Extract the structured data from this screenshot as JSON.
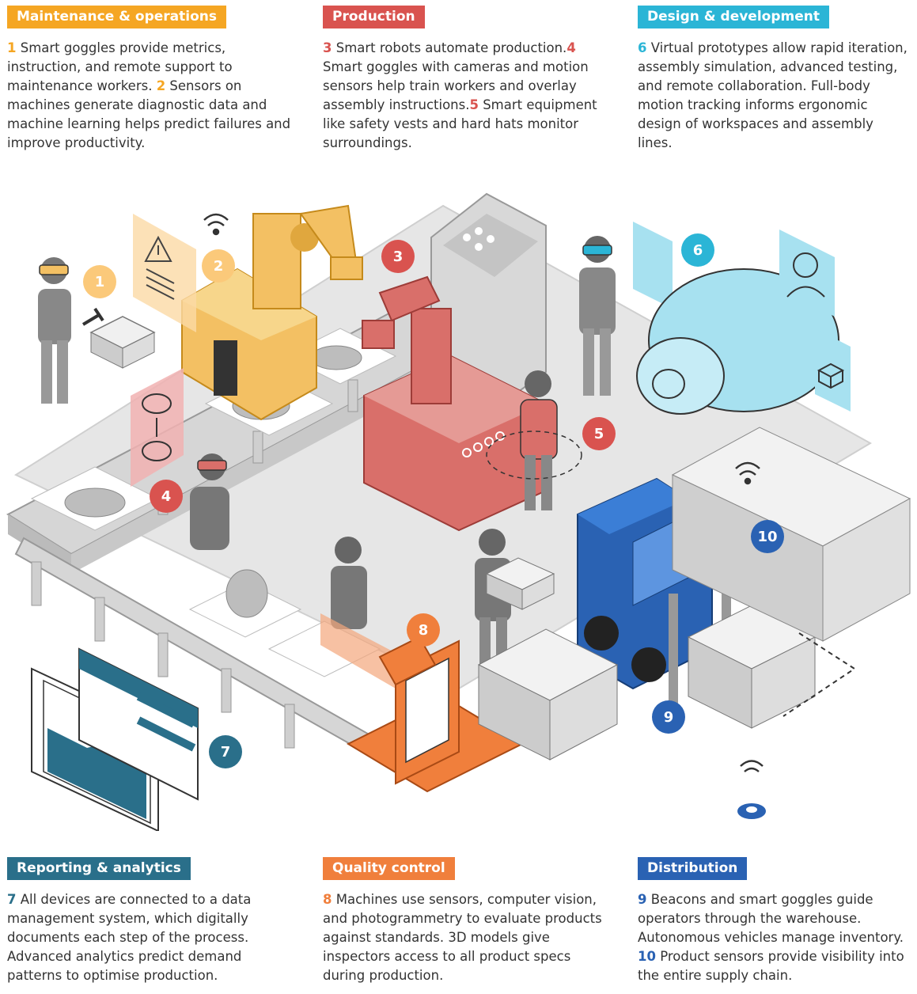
{
  "colors": {
    "maintenance": "#f5a623",
    "production": "#d9534f",
    "design": "#2bb5d6",
    "reporting": "#2a6f8a",
    "quality": "#f07f3c",
    "distribution": "#2a62b3"
  },
  "sections": {
    "maintenance": {
      "title": "Maintenance & operations",
      "parts": [
        {
          "num": "1",
          "text": " Smart goggles provide metrics, instruction, and remote support to maintenance workers. "
        },
        {
          "num": "2",
          "text": " Sensors on machines generate diagnostic data and machine learning helps predict failures and improve productivity."
        }
      ]
    },
    "production": {
      "title": "Production",
      "parts": [
        {
          "num": "3",
          "text": " Smart robots automate production."
        },
        {
          "num": "4",
          "text": " Smart goggles with cameras and motion sensors help train workers and overlay assembly instructions."
        },
        {
          "num": "5",
          "text": " Smart equipment like safety vests and hard hats monitor surroundings."
        }
      ]
    },
    "design": {
      "title": "Design & development",
      "parts": [
        {
          "num": "6",
          "text": " Virtual prototypes allow rapid iteration, assembly simulation, advanced testing, and remote collaboration. Full-body motion tracking informs ergonomic design of workspaces and assembly lines."
        }
      ]
    },
    "reporting": {
      "title": "Reporting & analytics",
      "parts": [
        {
          "num": "7",
          "text": " All devices are connected to a data management system, which digitally documents each step of the process. Advanced analytics predict demand patterns to optimise production."
        }
      ]
    },
    "quality": {
      "title": "Quality control",
      "parts": [
        {
          "num": "8",
          "text": " Machines use sensors, computer vision, and photogrammetry to evaluate products against standards. 3D models give inspectors access to all product specs during production."
        }
      ]
    },
    "distribution": {
      "title": "Distribution",
      "parts": [
        {
          "num": "9",
          "text": " Beacons and smart goggles guide operators through the warehouse. Autonomous vehicles manage inventory. "
        },
        {
          "num": "10",
          "text": " Product sensors provide visibility into the entire supply chain."
        }
      ]
    }
  },
  "markers": [
    {
      "label": "1",
      "color_key": "maintenance"
    },
    {
      "label": "2",
      "color_key": "maintenance"
    },
    {
      "label": "3",
      "color_key": "production"
    },
    {
      "label": "4",
      "color_key": "production"
    },
    {
      "label": "5",
      "color_key": "production"
    },
    {
      "label": "6",
      "color_key": "design"
    },
    {
      "label": "7",
      "color_key": "reporting"
    },
    {
      "label": "8",
      "color_key": "quality"
    },
    {
      "label": "9",
      "color_key": "distribution"
    },
    {
      "label": "10",
      "color_key": "distribution"
    }
  ],
  "icons": [
    "smart-goggles-icon",
    "wrench-icon",
    "toolbox-icon",
    "warning-icon",
    "wifi-icon",
    "robot-arm-icon",
    "control-panel-icon",
    "gear-icon",
    "safety-vest-icon",
    "motor-prototype-icon",
    "person-avatar-icon",
    "cube-icon",
    "dashboard-icon",
    "camera-icon",
    "forklift-icon",
    "box-icon",
    "beacon-icon"
  ]
}
